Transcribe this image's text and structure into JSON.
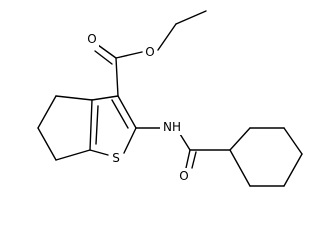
{
  "atom_labels": {
    "ester_carbonyl_o": "O",
    "ester_ether_o": "O",
    "amide_n": "NH",
    "ring_s": "S",
    "amide_carbonyl_o": "O"
  }
}
